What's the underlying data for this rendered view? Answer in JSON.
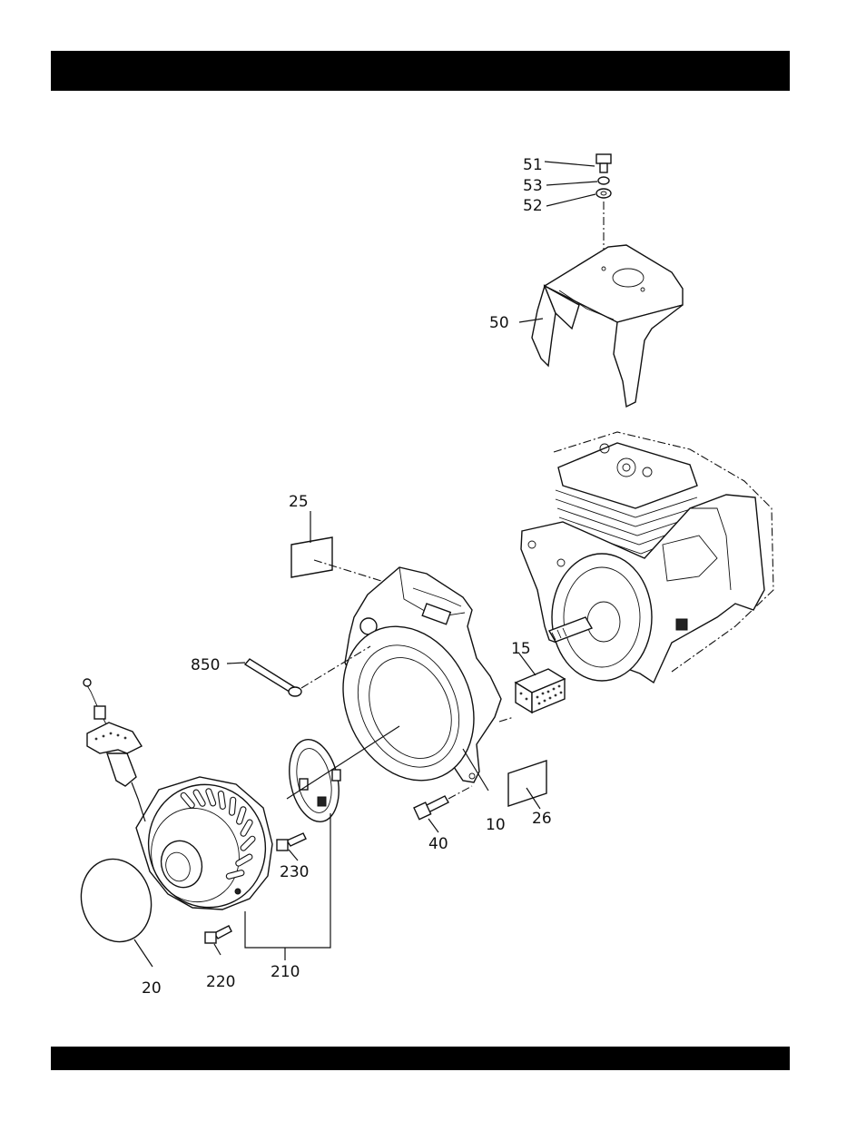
{
  "header": {
    "title": ""
  },
  "footer": {
    "text": ""
  },
  "callouts": {
    "p51": "51",
    "p53": "53",
    "p52": "52",
    "p50": "50",
    "p25": "25",
    "p850": "850",
    "p15": "15",
    "p26": "26",
    "p10": "10",
    "p40": "40",
    "p230": "230",
    "p20": "20",
    "p220": "220",
    "p210": "210"
  }
}
